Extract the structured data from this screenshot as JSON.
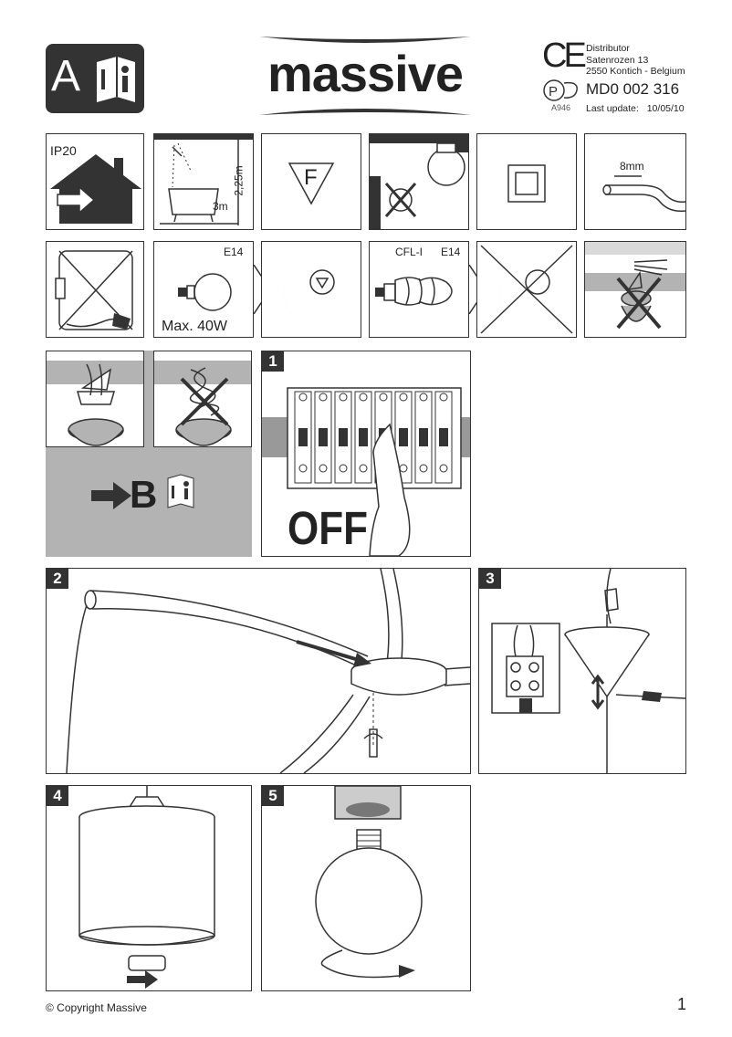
{
  "header": {
    "section_letter": "A",
    "brand": "massive",
    "ce_mark": "CE",
    "distributor_lines": [
      "Distributor",
      "Satenrozen 13",
      "2550 Kontich - Belgium"
    ],
    "model": "MD0 002 316",
    "cert_code": "A946",
    "last_update_label": "Last update:",
    "last_update_date": "10/05/10"
  },
  "icons": {
    "ip_rating": "IP20",
    "bathroom_height": "2,25m",
    "bathroom_distance": "3m",
    "f_mark": "F",
    "cable_strip": "8mm",
    "socket_1": "E14",
    "max_power": "Max. 40W",
    "bulb_type_2": "CFL-I",
    "socket_2": "E14",
    "go_to_section": "B"
  },
  "steps": {
    "step1": "1",
    "step1_text": "OFF",
    "step2": "2",
    "step3": "3",
    "step4": "4",
    "step5": "5"
  },
  "footer": {
    "copyright": "© Copyright Massive",
    "page_number": "1"
  },
  "colors": {
    "dark": "#333333",
    "grey_panel": "#b3b3b3",
    "light_grey": "#d9d9d9"
  }
}
